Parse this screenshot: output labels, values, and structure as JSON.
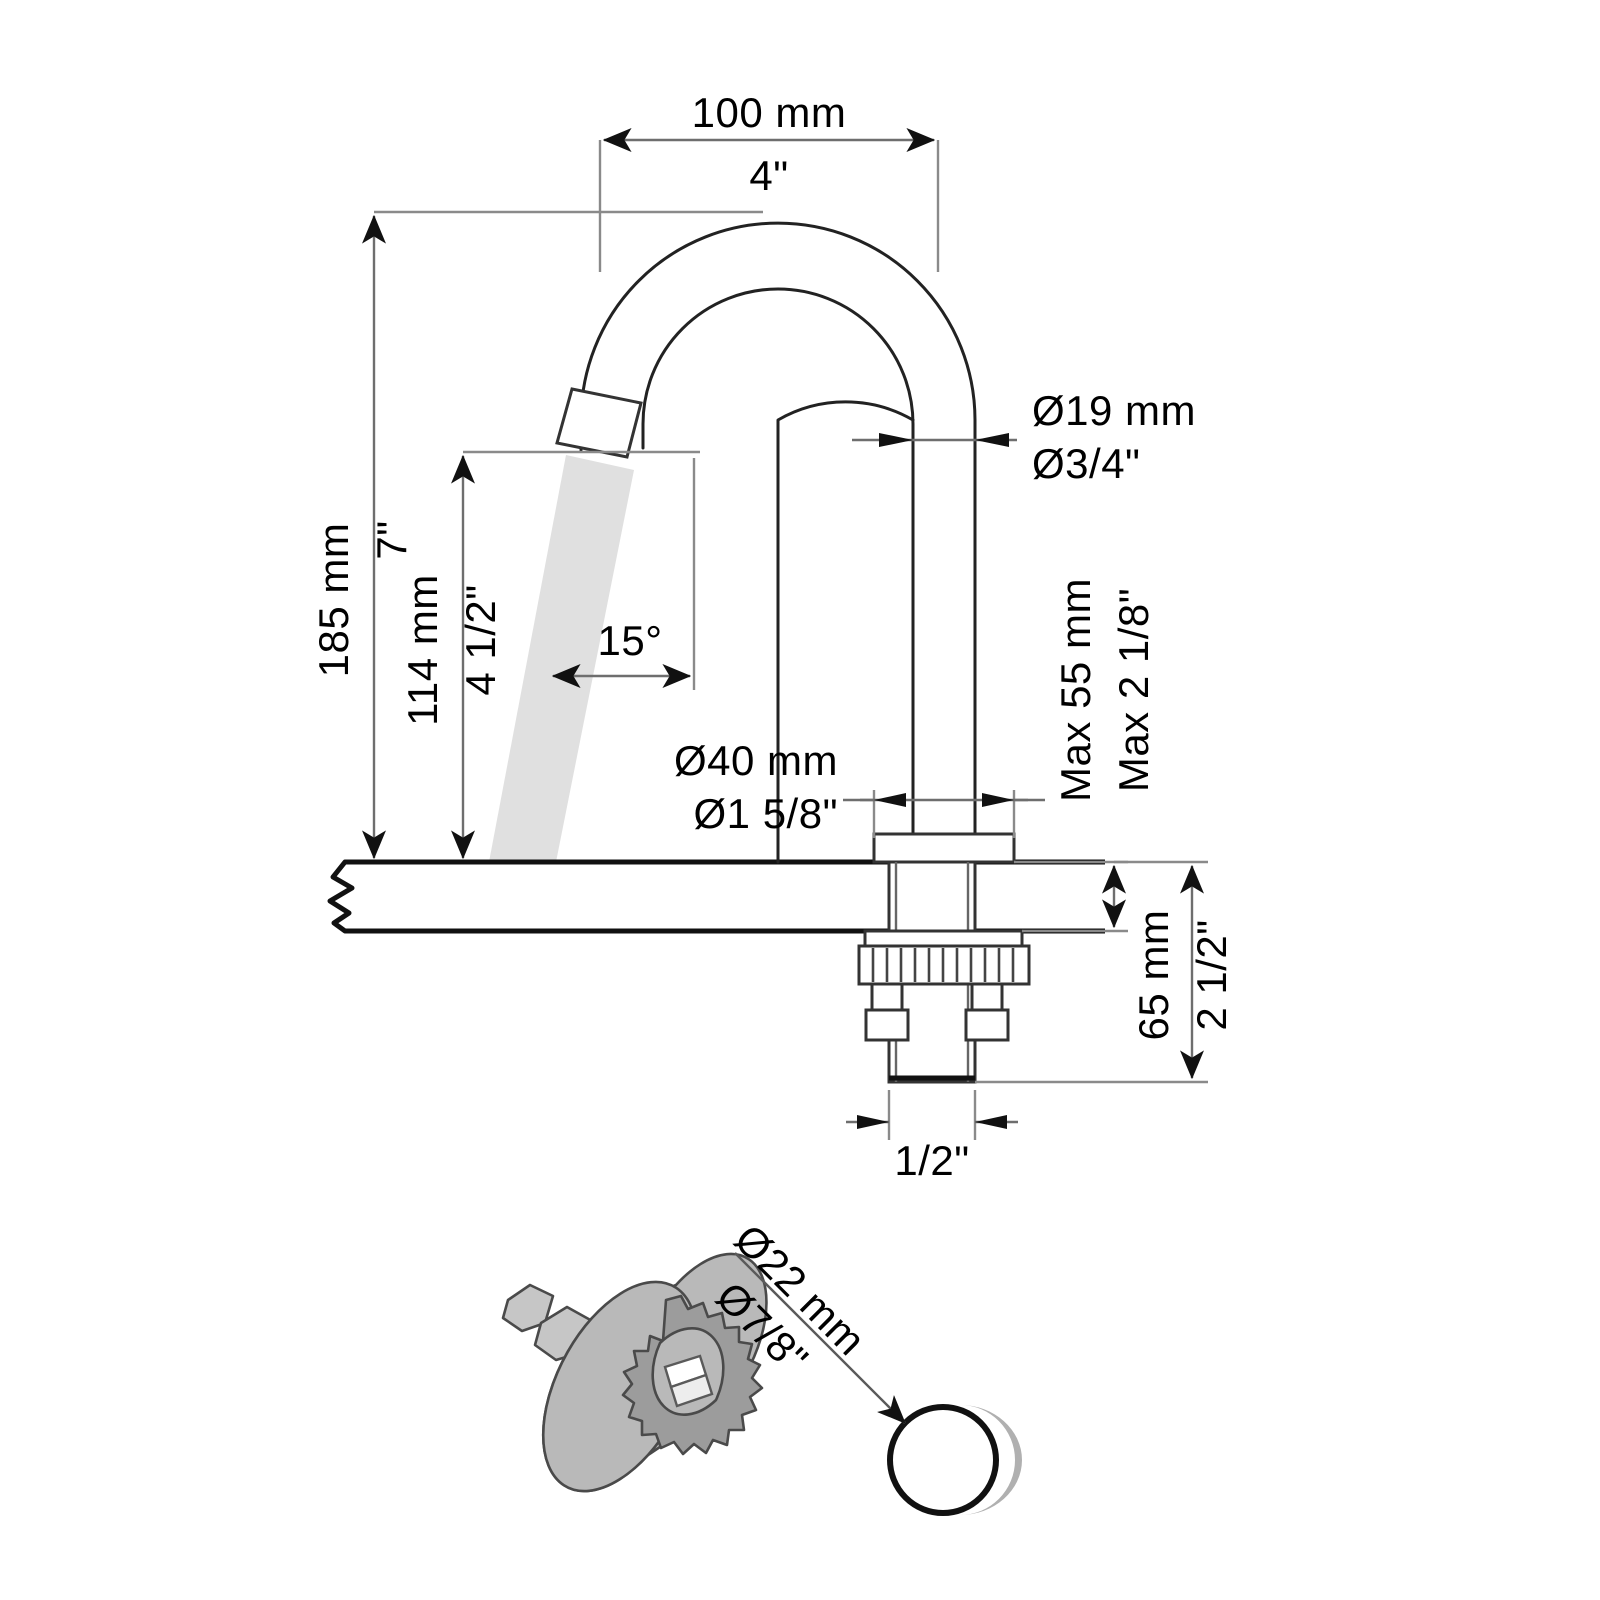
{
  "drawing": {
    "title": "Gooseneck faucet installation dimension drawing",
    "units": "mm / inches",
    "line_color": "#111111",
    "dim_color": "#6e6e6e",
    "water_color": "#e0e0e0",
    "tool_color": "#b9b9b9"
  },
  "dimensions": {
    "spout_reach_mm": "100 mm",
    "spout_reach_in": "4\"",
    "total_height_mm": "185 mm",
    "total_height_in": "7\"",
    "spout_height_mm": "114 mm",
    "spout_height_in": "4 1/2\"",
    "tube_dia_mm": "Ø19 mm",
    "tube_dia_in": "Ø3/4\"",
    "base_dia_mm": "Ø40 mm",
    "base_dia_in": "Ø1 5/8\"",
    "counter_max_mm": "Max 55 mm",
    "counter_max_in": "Max 2 1/8\"",
    "shank_length_mm": "65 mm",
    "shank_length_in": "2 1/2\"",
    "inlet_thread": "1/2\"",
    "stream_angle": "15°",
    "hole_dia_mm": "Ø22 mm",
    "hole_dia_in": "Ø7/8\""
  },
  "parts": {
    "faucet": "gooseneck-faucet-body",
    "aerator": "aerator-outlet",
    "water_stream": "water-stream",
    "counter": "countertop-section",
    "flange": "base-flange",
    "knurled_nut": "knurled-mounting-nut",
    "washers": "mounting-washers",
    "shank": "threaded-shank",
    "hole_saw": "hole-saw-tool",
    "hole": "drilled-hole-circle"
  }
}
